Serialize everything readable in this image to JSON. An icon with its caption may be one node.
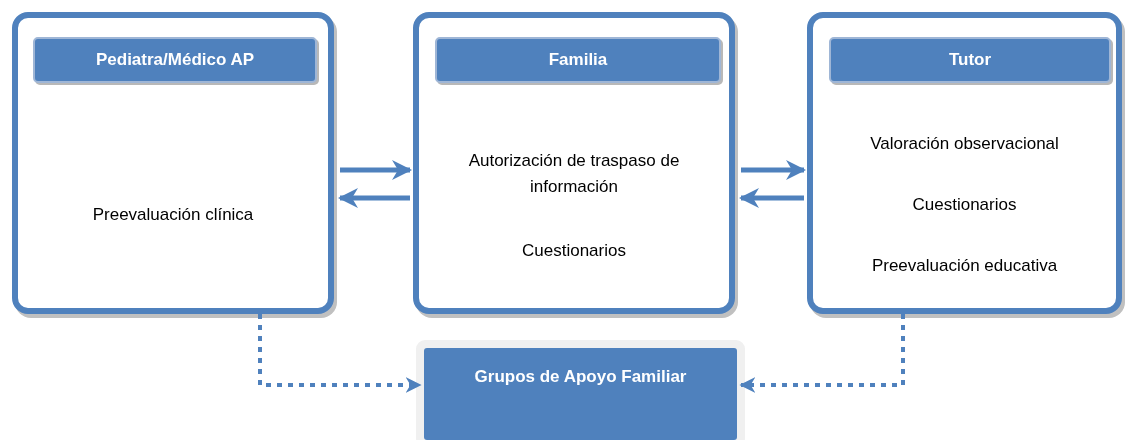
{
  "diagram": {
    "nodes": [
      {
        "text": [
          "Preevaluación clínica"
        ]
      },
      {
        "text": [
          "Pediatra/Médico AP"
        ],
        "in": 0
      },
      {
        "text": [
          "Autorización de traspaso de información",
          "Cuestionarios"
        ]
      },
      {
        "text": [
          "Familia"
        ],
        "in": 2
      },
      {
        "text": [
          "Valoración observacional",
          "Cuestionarios",
          "Preevaluación educativa"
        ]
      },
      {
        "text": [
          "Tutor"
        ],
        "in": 4
      },
      {
        "text": [
          "Grupos de Apoyo Familiar"
        ]
      }
    ],
    "edges": [
      {
        "from": 0,
        "to": 2,
        "arrow": "to"
      },
      {
        "from": 2,
        "to": 0,
        "arrow": "to"
      },
      {
        "from": 2,
        "to": 4,
        "arrow": "to"
      },
      {
        "from": 4,
        "to": 2,
        "arrow": "to"
      },
      {
        "from": 0,
        "to": 6,
        "arrow": "to",
        "style": "dashed"
      },
      {
        "from": 4,
        "to": 6,
        "arrow": "to",
        "style": "dashed"
      }
    ]
  }
}
